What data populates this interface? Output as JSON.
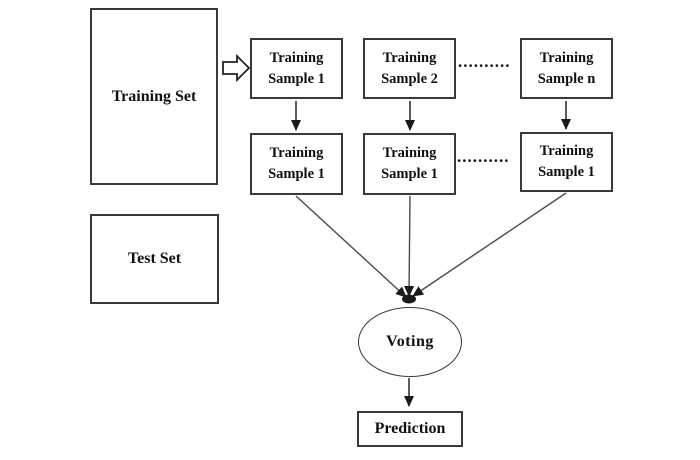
{
  "diagram": {
    "training_set_label": "Training Set",
    "test_set_label": "Test Set",
    "top_row": [
      {
        "line1": "Training",
        "line2": "Sample 1"
      },
      {
        "line1": "Training",
        "line2": "Sample 2"
      },
      {
        "line1": "Training",
        "line2": "Sample n"
      }
    ],
    "bottom_row": [
      {
        "line1": "Training",
        "line2": "Sample 1"
      },
      {
        "line1": "Training",
        "line2": "Sample 1"
      },
      {
        "line1": "Training",
        "line2": "Sample 1"
      }
    ],
    "ellipsis_top": "..........",
    "ellipsis_bottom": "..........",
    "voting_label": "Voting",
    "prediction_label": "Prediction",
    "colors": {
      "box_border": "#3a3a3a",
      "connector_line": "#4a4a4a",
      "text": "#111111",
      "background": "#ffffff"
    }
  }
}
